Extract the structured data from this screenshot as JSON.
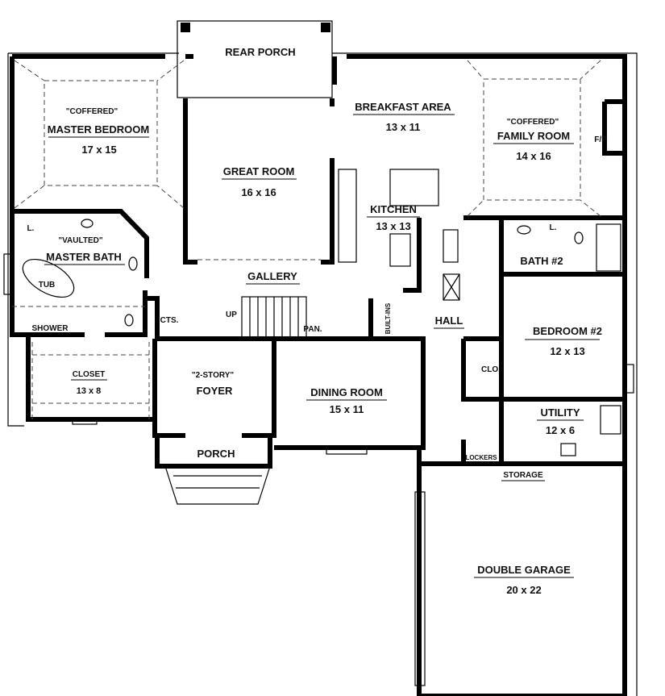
{
  "rooms": {
    "rear_porch": {
      "name": "REAR PORCH"
    },
    "master_bedroom": {
      "note": "\"COFFERED\"",
      "name": "MASTER BEDROOM",
      "size": "17 x 15"
    },
    "great_room": {
      "name": "GREAT ROOM",
      "size": "16 x 16"
    },
    "breakfast_area": {
      "name": "BREAKFAST AREA",
      "size": "13 x 11"
    },
    "family_room": {
      "note": "\"COFFERED\"",
      "name": "FAMILY ROOM",
      "size": "14 x 16",
      "fireplace": "F/P"
    },
    "kitchen": {
      "name": "KITCHEN",
      "size": "13 x 13"
    },
    "master_bath": {
      "note": "\"VAULTED\"",
      "name": "MASTER BATH",
      "tub": "TUB",
      "shower": "SHOWER",
      "linen": "L."
    },
    "gallery": {
      "name": "GALLERY",
      "cts": "CTS.",
      "up": "UP",
      "pantry": "PAN.",
      "built_ins": "BUILT-INS"
    },
    "hall": {
      "name": "HALL"
    },
    "bath2": {
      "name": "BATH #2",
      "linen": "L."
    },
    "bedroom2": {
      "name": "BEDROOM #2",
      "size": "12 x 13",
      "closet": "CLO."
    },
    "closet": {
      "name": "CLOSET",
      "size": "13 x 8"
    },
    "foyer": {
      "note": "\"2-STORY\"",
      "name": "FOYER"
    },
    "dining_room": {
      "name": "DINING ROOM",
      "size": "15 x 11"
    },
    "utility": {
      "name": "UTILITY",
      "size": "12 x 6",
      "lockers": "LOCKERS"
    },
    "porch": {
      "name": "PORCH"
    },
    "storage": {
      "name": "STORAGE"
    },
    "garage": {
      "name": "DOUBLE GARAGE",
      "size": "20 x 22"
    }
  }
}
